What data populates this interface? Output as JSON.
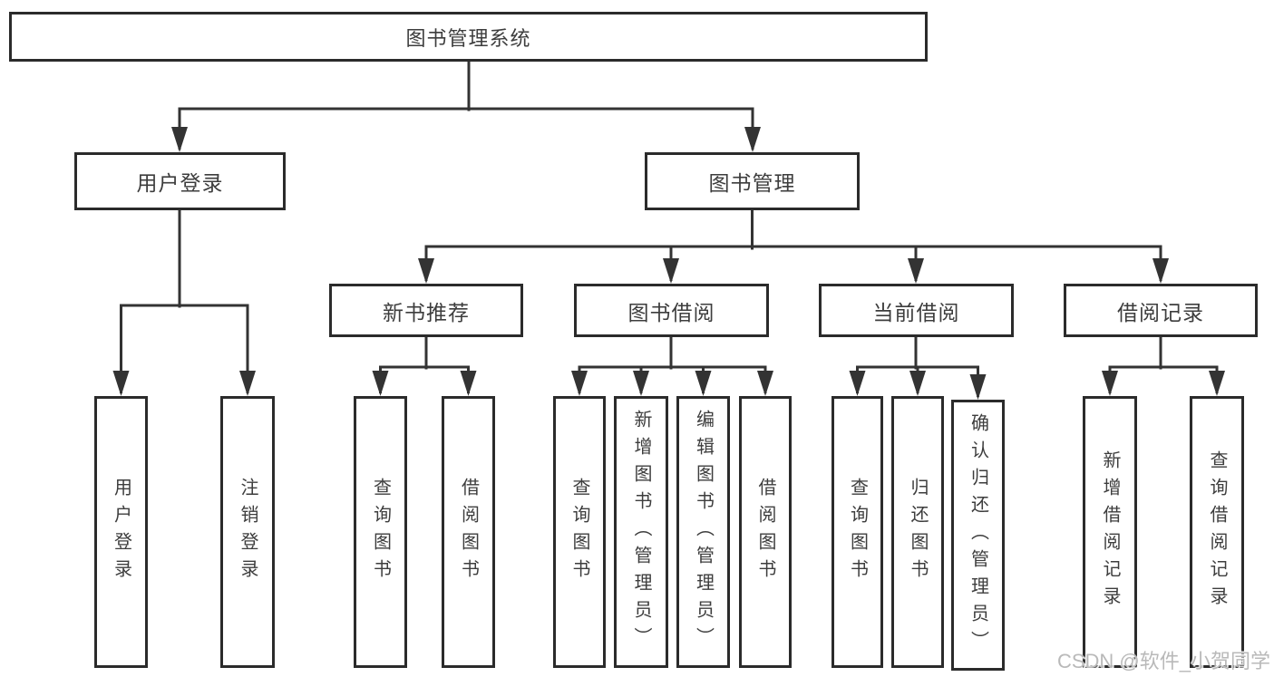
{
  "diagram_title": "图书管理系统",
  "nodes": {
    "root": "图书管理系统",
    "user_login_branch": "用户登录",
    "book_management": "图书管理",
    "user_login": "用户登录",
    "logout": "注销登录",
    "new_book_recommend": "新书推荐",
    "book_borrowing": "图书借阅",
    "current_borrowing": "当前借阅",
    "borrowing_records": "借阅记录",
    "nb_query_books": "查询图书",
    "nb_borrow_books": "借阅图书",
    "bb_query_books": "查询图书",
    "bb_add_books": "新增图书（管理员）",
    "bb_edit_books": "编辑图书（管理员）",
    "bb_borrow_books": "借阅图书",
    "cb_query_books": "查询图书",
    "cb_return_books": "归还图书",
    "cb_confirm_return": "确认归还（管理员）",
    "br_add_record": "新增借阅记录",
    "br_query_record": "查询借阅记录"
  },
  "hierarchy": {
    "图书管理系统": {
      "用户登录": [
        "用户登录",
        "注销登录"
      ],
      "图书管理": {
        "新书推荐": [
          "查询图书",
          "借阅图书"
        ],
        "图书借阅": [
          "查询图书",
          "新增图书（管理员）",
          "编辑图书（管理员）",
          "借阅图书"
        ],
        "当前借阅": [
          "查询图书",
          "归还图书",
          "确认归还（管理员）"
        ],
        "借阅记录": [
          "新增借阅记录",
          "查询借阅记录"
        ]
      }
    }
  },
  "watermark": "CSDN @软件_小贺同学",
  "colors": {
    "background": "#ffffff",
    "box_border": "#2b2b2b",
    "connector": "#333333",
    "text": "#3d3d3d",
    "watermark_text": "#b9b9b9"
  }
}
